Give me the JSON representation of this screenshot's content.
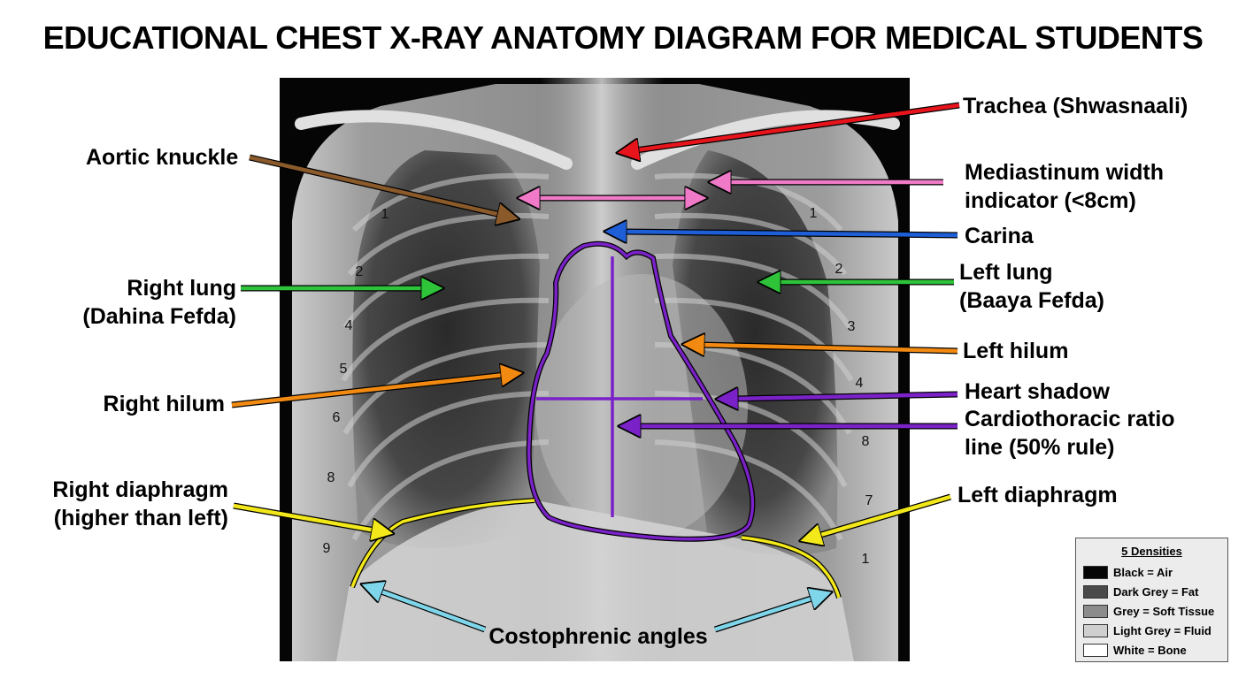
{
  "title": "EDUCATIONAL CHEST X-RAY ANATOMY DIAGRAM FOR MEDICAL STUDENTS",
  "labels": {
    "trachea": "Trachea (Shwasnaali)",
    "aortic_knuckle": "Aortic knuckle",
    "mediastinum_1": "Mediastinum width",
    "mediastinum_2": "indicator (<8cm)",
    "carina": "Carina",
    "right_lung_1": "Right lung",
    "right_lung_2": "(Dahina Fefda)",
    "left_lung_1": "Left lung",
    "left_lung_2": "(Baaya Fefda)",
    "left_hilum": "Left hilum",
    "right_hilum": "Right hilum",
    "heart_shadow": "Heart shadow",
    "ctr_1": "Cardiothoracic ratio",
    "ctr_2": "line (50% rule)",
    "right_diaphragm_1": "Right diaphragm",
    "right_diaphragm_2": "(higher than left)",
    "left_diaphragm": "Left diaphragm",
    "costophrenic": "Costophrenic angles"
  },
  "rib_numbers": {
    "right": [
      "1",
      "2",
      "4",
      "5",
      "6",
      "8",
      "9"
    ],
    "left": [
      "1",
      "2",
      "3",
      "4",
      "8",
      "7",
      "1"
    ]
  },
  "colors": {
    "trachea": "#e8141b",
    "aortic_knuckle": "#8b5a2b",
    "mediastinum": "#f07ac8",
    "carina": "#1e5fd8",
    "lung": "#2fc33a",
    "hilum": "#f28a12",
    "heart": "#7a22c8",
    "diaphragm": "#f2e81a",
    "costophrenic": "#7fd6ea"
  },
  "legend": {
    "title": "5 Densities",
    "items": [
      {
        "label": "Black = Air",
        "color": "#050505"
      },
      {
        "label": "Dark Grey = Fat",
        "color": "#4a4a4a"
      },
      {
        "label": "Grey = Soft Tissue",
        "color": "#8c8c8c"
      },
      {
        "label": "Light Grey = Fluid",
        "color": "#cfcfcf"
      },
      {
        "label": "White = Bone",
        "color": "#ffffff"
      }
    ]
  }
}
